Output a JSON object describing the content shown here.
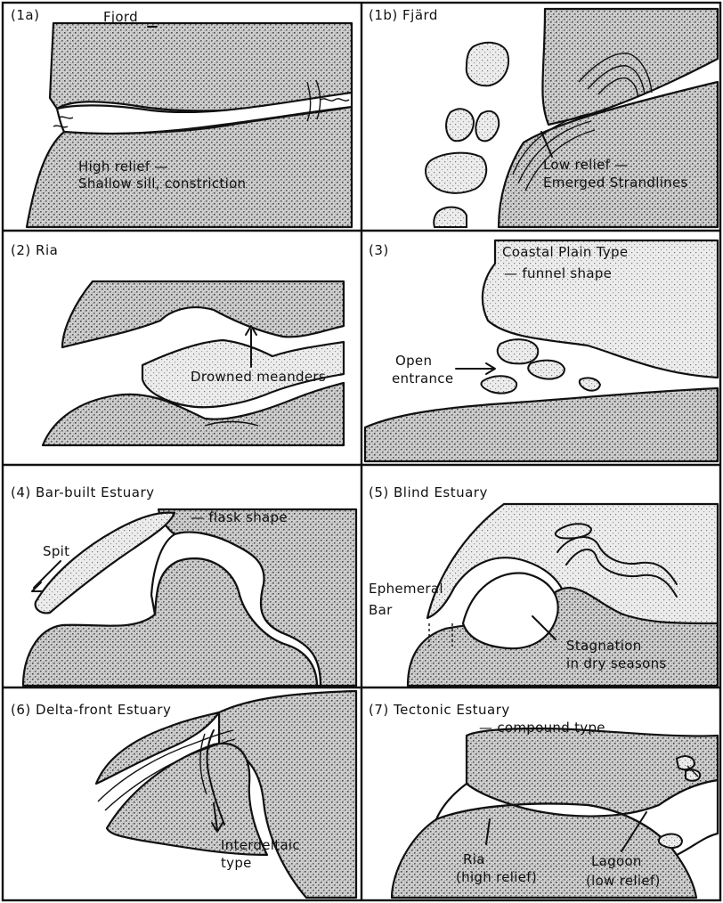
{
  "panels": {
    "p1a": {
      "title": "(1a)",
      "name": "Fjord",
      "labels": [
        "High relief —",
        "Shallow sill, constriction"
      ]
    },
    "p1b": {
      "title": "(1b) Fjärd",
      "labels": [
        "Low relief —",
        "Emerged Strandlines"
      ]
    },
    "p2": {
      "title": "(2) Ria",
      "labels": [
        "Drowned meanders"
      ]
    },
    "p3": {
      "title": "(3)",
      "labels": [
        "Coastal Plain Type",
        "— funnel shape",
        "Open",
        "entrance"
      ]
    },
    "p4": {
      "title": "(4) Bar-built Estuary",
      "labels": [
        "— flask shape",
        "Spit"
      ]
    },
    "p5": {
      "title": "(5) Blind Estuary",
      "labels": [
        "Ephemeral",
        "Bar",
        "Stagnation",
        "in dry seasons"
      ]
    },
    "p6": {
      "title": "(6) Delta-front Estuary",
      "labels": [
        "Interdeltaic",
        "type"
      ]
    },
    "p7": {
      "title": "(7) Tectonic Estuary",
      "labels": [
        "— compound type",
        "Ria",
        "(high relief)",
        "Lagoon",
        "(low relief)"
      ]
    }
  }
}
